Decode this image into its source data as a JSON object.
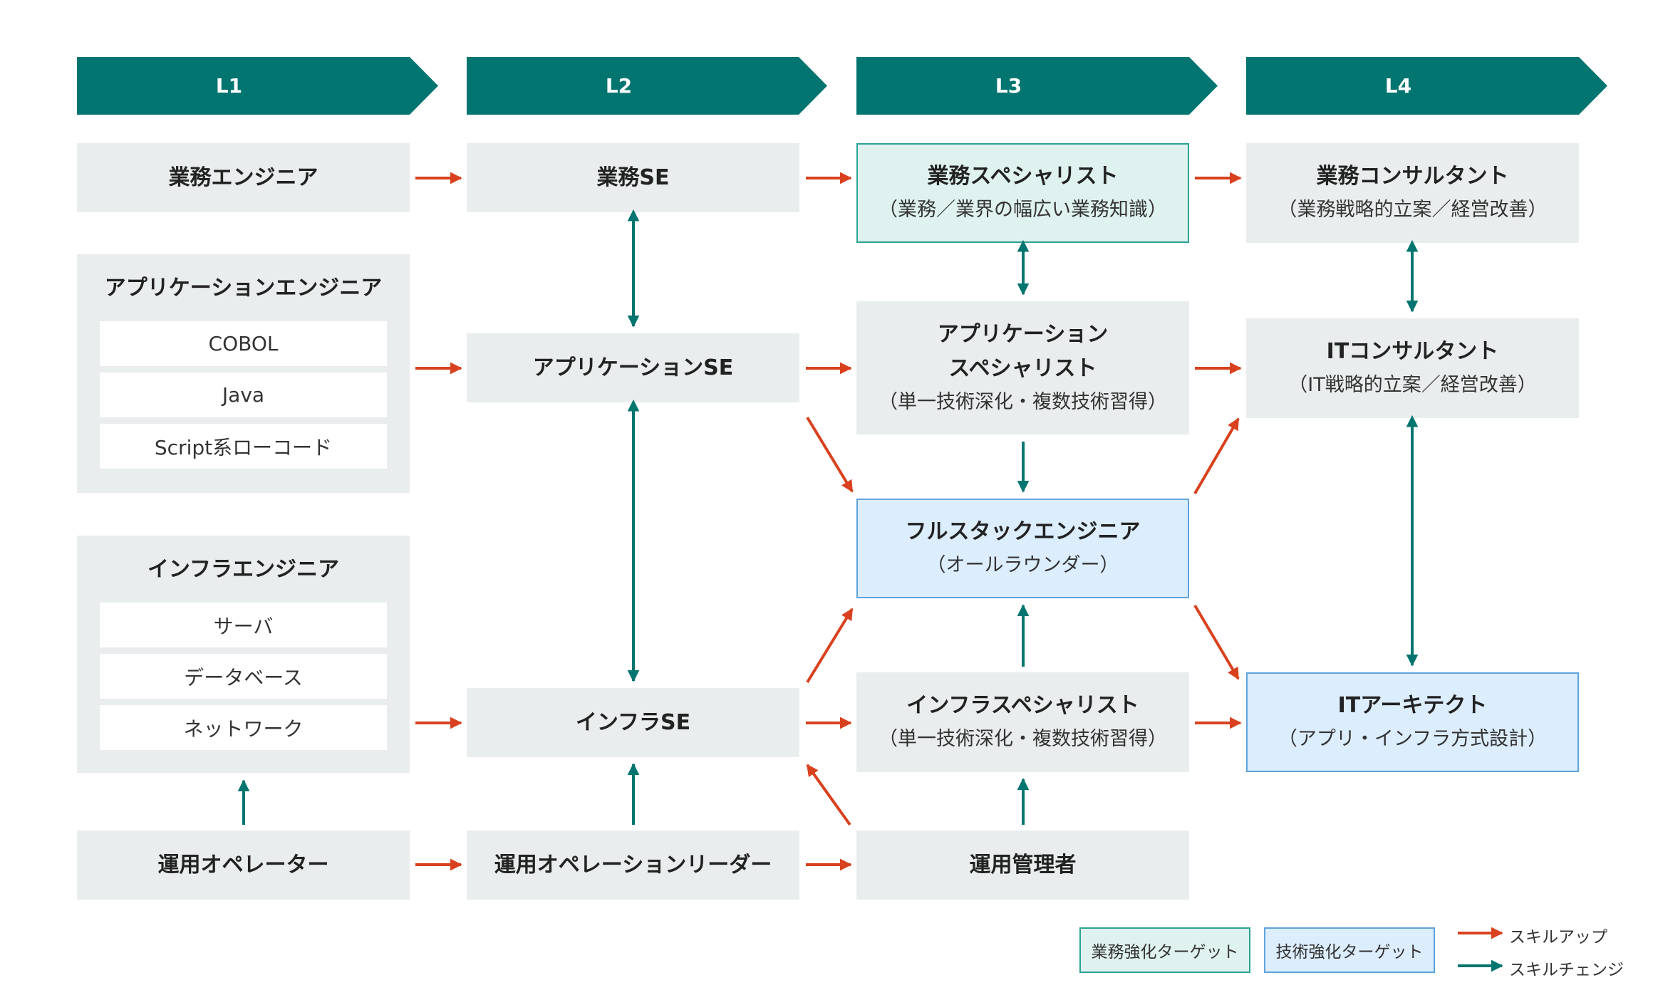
{
  "levels": [
    "L1",
    "L2",
    "L3",
    "L4"
  ],
  "l1": {
    "business_engineer": "業務エンジニア",
    "app_engineer": {
      "title": "アプリケーションエンジニア",
      "items": [
        "COBOL",
        "Java",
        "Script系ローコード"
      ]
    },
    "infra_engineer": {
      "title": "インフラエンジニア",
      "items": [
        "サーバ",
        "データベース",
        "ネットワーク"
      ]
    },
    "operator": "運用オペレーター"
  },
  "l2": {
    "business_se": "業務SE",
    "app_se": "アプリケーションSE",
    "infra_se": "インフラSE",
    "ops_leader": "運用オペレーションリーダー"
  },
  "l3": {
    "business_specialist": {
      "title": "業務スペシャリスト",
      "sub": "（業務／業界の幅広い業務知識）"
    },
    "app_specialist": {
      "title_line1": "アプリケーション",
      "title_line2": "スペシャリスト",
      "sub": "（単一技術深化・複数技術習得）"
    },
    "fullstack": {
      "title": "フルスタックエンジニア",
      "sub": "（オールラウンダー）"
    },
    "infra_specialist": {
      "title": "インフラスペシャリスト",
      "sub": "（単一技術深化・複数技術習得）"
    },
    "ops_manager": "運用管理者"
  },
  "l4": {
    "business_consultant": {
      "title": "業務コンサルタント",
      "sub": "（業務戦略的立案／経営改善）"
    },
    "it_consultant": {
      "title": "ITコンサルタント",
      "sub": "（IT戦略的立案／経営改善）"
    },
    "it_architect": {
      "title": "ITアーキテクト",
      "sub": "（アプリ・インフラ方式設計）"
    }
  },
  "legend": {
    "business_target": "業務強化ターゲット",
    "tech_target": "技術強化ターゲット",
    "skill_up": "スキルアップ",
    "skill_change": "スキルチェンジ"
  },
  "colors": {
    "header": "#037570",
    "skill_up_arrow": "#d9411e",
    "skill_change_arrow": "#037570",
    "box": "#e9eded",
    "business_target_fill": "#dff2ef",
    "tech_target_fill": "#dcedfd"
  }
}
